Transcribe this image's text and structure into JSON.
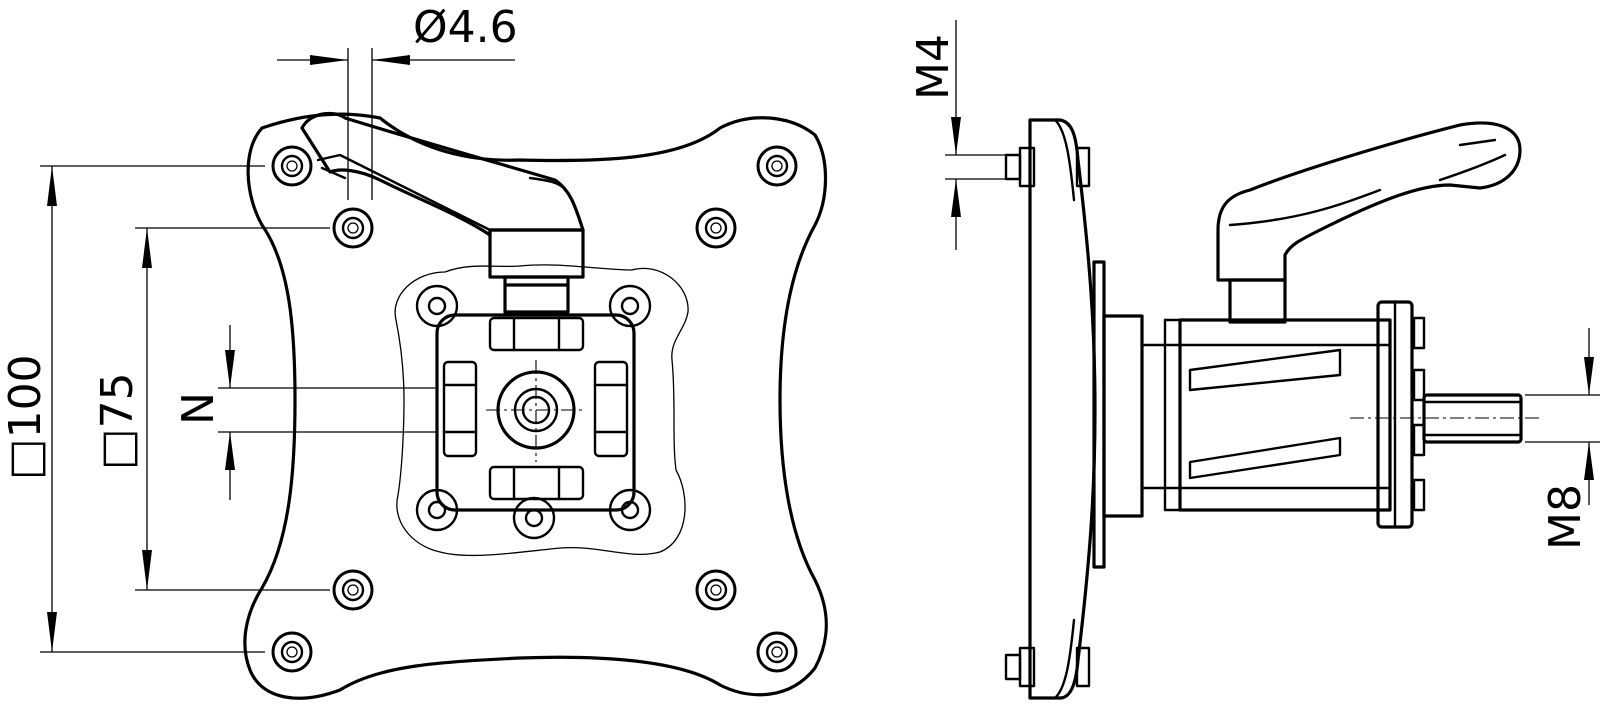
{
  "dimensions": {
    "bolt_diameter": "Ø4.6",
    "outer_square": "□100",
    "inner_square": "□75",
    "slot_width": "N",
    "side_thread_small": "M4",
    "shaft_thread": "M8"
  },
  "colors": {
    "line": "#000000",
    "background": "#ffffff"
  }
}
